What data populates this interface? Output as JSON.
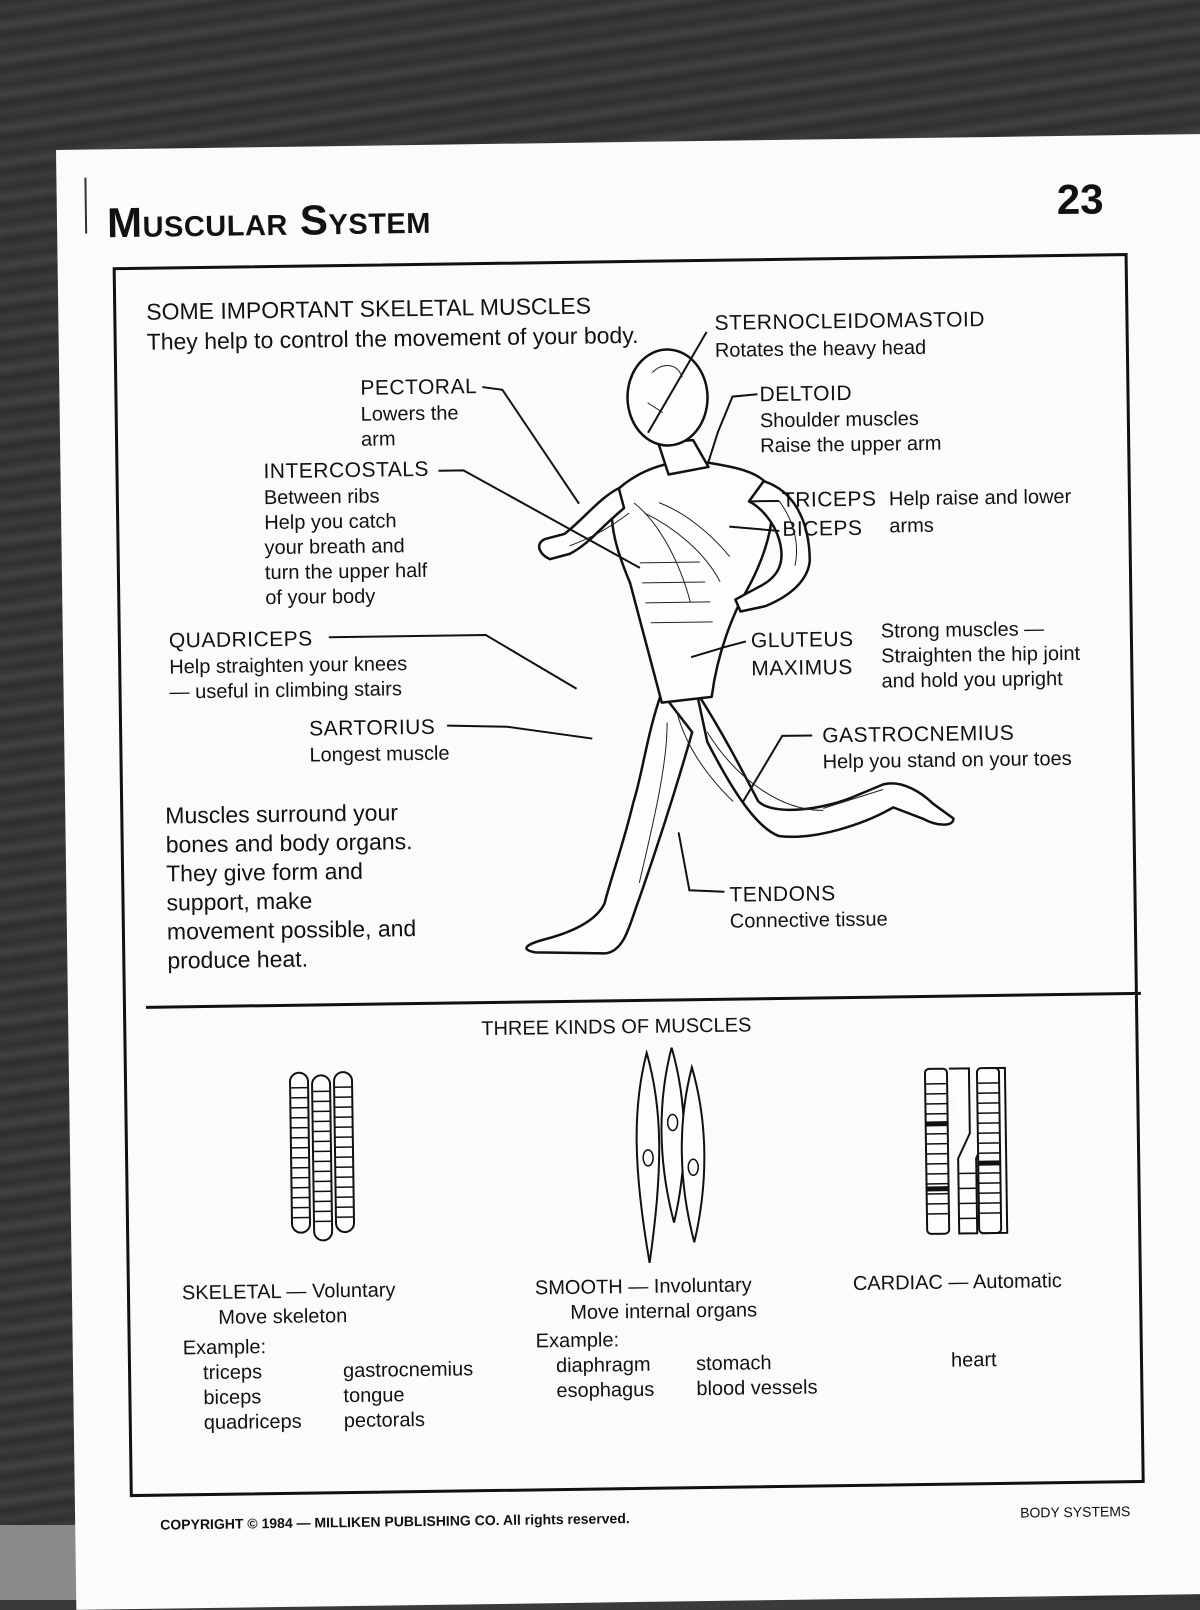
{
  "page": {
    "title": "Muscular System",
    "page_number": "23",
    "footer_left": "COPYRIGHT © 1984 — MILLIKEN PUBLISHING CO. All rights reserved.",
    "footer_right": "BODY SYSTEMS"
  },
  "skeletal_section": {
    "heading": "SOME IMPORTANT SKELETAL MUSCLES",
    "subheading": "They help to control the movement of your body.",
    "muscles": [
      {
        "name": "STERNOCLEIDOMASTOID",
        "desc": [
          "Rotates the heavy head"
        ]
      },
      {
        "name": "PECTORAL",
        "desc": [
          "Lowers the",
          "arm"
        ]
      },
      {
        "name": "DELTOID",
        "desc": [
          "Shoulder muscles",
          "Raise the upper arm"
        ]
      },
      {
        "name": "INTERCOSTALS",
        "desc": [
          "Between ribs",
          "Help you catch",
          "your breath and",
          "turn the upper half",
          "of your body"
        ]
      },
      {
        "name": "TRICEPS",
        "desc": [
          "Help raise and lower"
        ]
      },
      {
        "name": "BICEPS",
        "desc": [
          "arms"
        ]
      },
      {
        "name": "QUADRICEPS",
        "desc": [
          "Help straighten your knees",
          "— useful in climbing stairs"
        ]
      },
      {
        "name": "GLUTEUS",
        "desc": [
          "Strong muscles —",
          "Straighten the hip joint",
          "and hold you upright"
        ]
      },
      {
        "name": "MAXIMUS",
        "desc": []
      },
      {
        "name": "SARTORIUS",
        "desc": [
          "Longest muscle"
        ]
      },
      {
        "name": "GASTROCNEMIUS",
        "desc": [
          "Help you stand on your toes"
        ]
      },
      {
        "name": "TENDONS",
        "desc": [
          "Connective tissue"
        ]
      }
    ],
    "summary": [
      "Muscles surround your",
      "bones and body organs.",
      "They give form and",
      "support, make",
      "movement possible, and",
      "produce heat."
    ]
  },
  "kinds_section": {
    "heading": "THREE KINDS OF MUSCLES",
    "kinds": [
      {
        "title": "SKELETAL — Voluntary",
        "purpose": "Move skeleton",
        "example_label": "Example:",
        "examples_col1": [
          "triceps",
          "biceps",
          "quadriceps"
        ],
        "examples_col2": [
          "gastrocnemius",
          "tongue",
          "pectorals"
        ]
      },
      {
        "title": "SMOOTH — Involuntary",
        "purpose": "Move internal organs",
        "example_label": "Example:",
        "examples_col1": [
          "diaphragm",
          "esophagus"
        ],
        "examples_col2": [
          "stomach",
          "blood vessels"
        ]
      },
      {
        "title": "CARDIAC — Automatic",
        "purpose": "",
        "example_label": "",
        "examples_col1": [
          "heart"
        ],
        "examples_col2": []
      }
    ]
  }
}
